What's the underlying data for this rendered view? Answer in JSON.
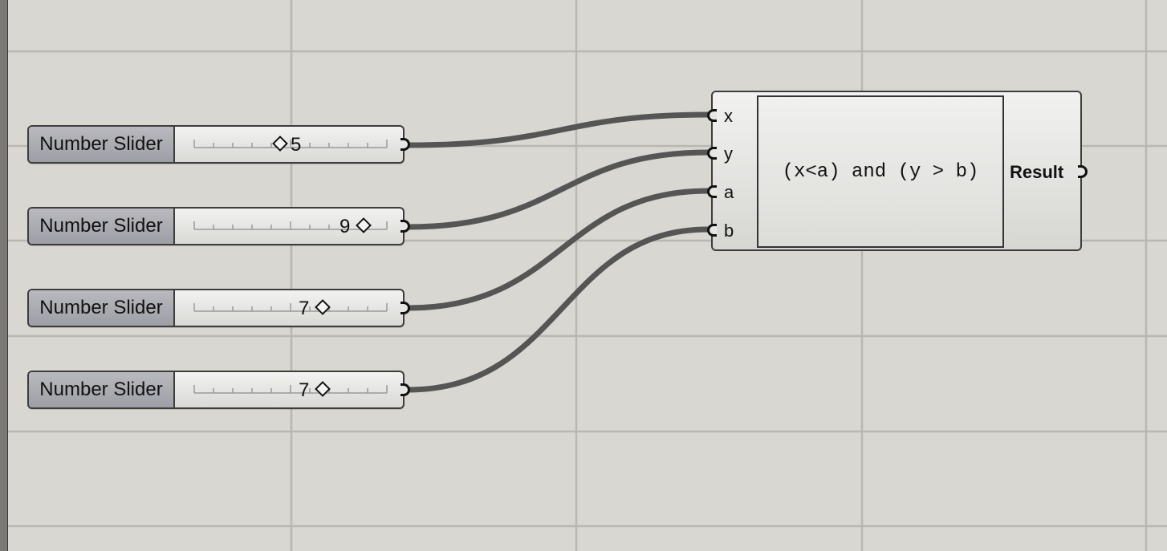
{
  "canvas": {
    "background": "#d9d7d1",
    "grid_color": "#b9b7b1",
    "wire_color": "#555555"
  },
  "sliders": [
    {
      "label": "Number Slider",
      "value": "5",
      "fraction": 0.42
    },
    {
      "label": "Number Slider",
      "value": "9",
      "fraction": 0.9
    },
    {
      "label": "Number Slider",
      "value": "7",
      "fraction": 0.66
    },
    {
      "label": "Number Slider",
      "value": "7",
      "fraction": 0.66
    }
  ],
  "expression": {
    "text": "(x<a) and (y > b)",
    "inputs": [
      "x",
      "y",
      "a",
      "b"
    ],
    "output": "Result"
  }
}
